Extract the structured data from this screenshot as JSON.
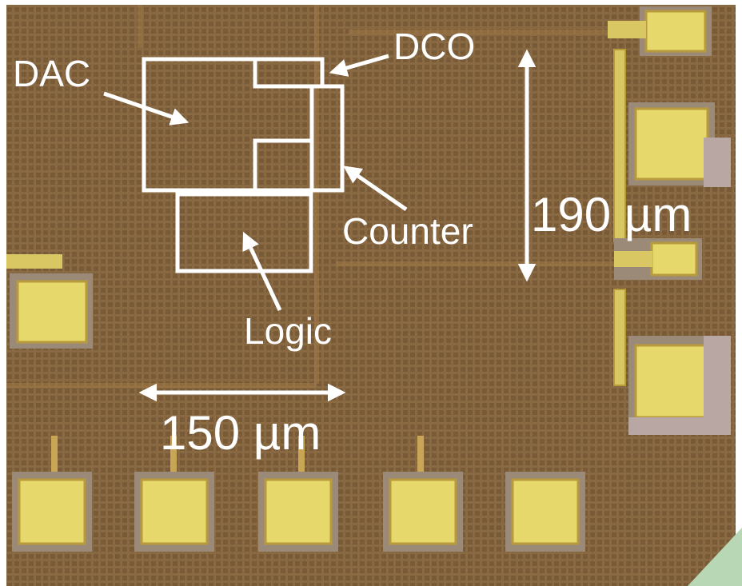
{
  "labels": {
    "dac": "DAC",
    "dco": "DCO",
    "counter": "Counter",
    "logic": "Logic",
    "width_scale": "150 µm",
    "height_scale": "190 µm"
  },
  "colors": {
    "substrate": "#8a6a43",
    "substrate_dark": "#6f5233",
    "pad_gold": "#e6d86a",
    "pad_edge": "#b79a3c",
    "pad_frame": "#9c8a78",
    "annotation": "#ffffff"
  }
}
